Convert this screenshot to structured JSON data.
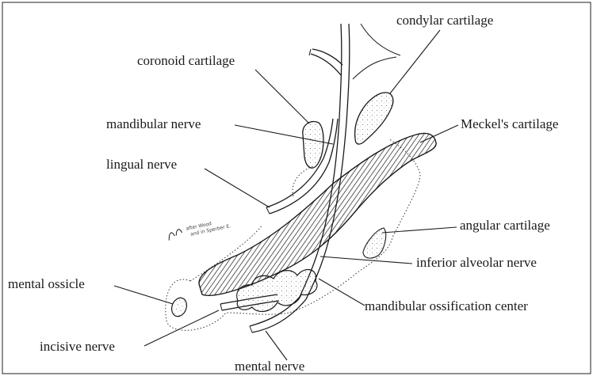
{
  "labels": {
    "condylar": "condylar cartilage",
    "coronoid": "coronoid cartilage",
    "mandibular_nerve": "mandibular nerve",
    "meckels": "Meckel's cartilage",
    "lingual": "lingual nerve",
    "angular": "angular cartilage",
    "inferior_alveolar": "inferior alveolar nerve",
    "mental_ossicle": "mental ossicle",
    "ossification": "mandibular ossification center",
    "incisive": "incisive nerve",
    "mental_nerve": "mental nerve"
  },
  "signature": {
    "line1": "after Wood",
    "line2": "and in Sperber E."
  }
}
